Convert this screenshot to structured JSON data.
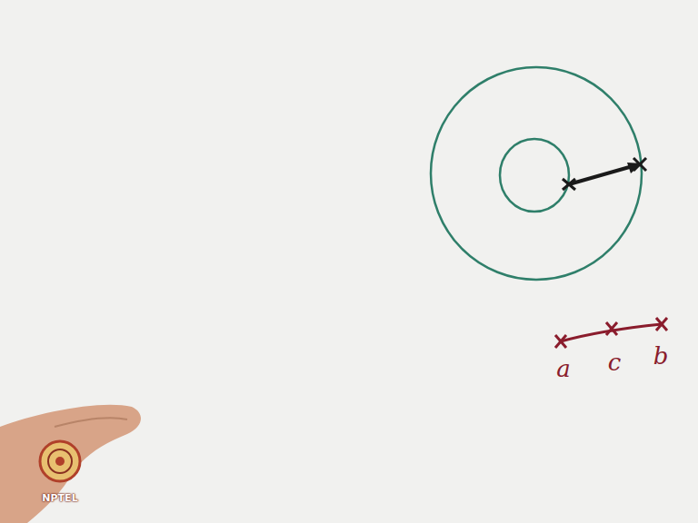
{
  "diagram": {
    "labels": [
      "a",
      "c",
      "b",
      "NPTEL"
    ]
  }
}
